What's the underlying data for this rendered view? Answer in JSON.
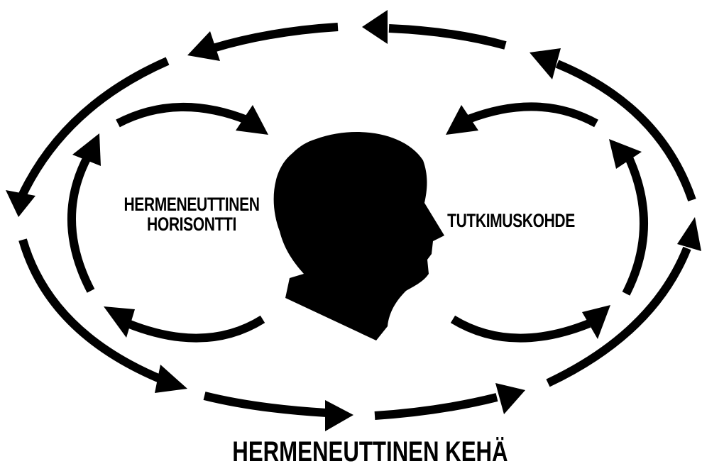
{
  "labels": {
    "horizon_line1": "HERMENEUTTINEN",
    "horizon_line2": "HORISONTTI",
    "object": "TUTKIMUSKOHDE",
    "circle_title": "HERMENEUTTINEN KEHÄ"
  },
  "colors": {
    "ink": "#000000",
    "background": "#ffffff"
  },
  "icons": {
    "center": "human-head-silhouette-icon",
    "flow": "curved-arrow-icon"
  }
}
